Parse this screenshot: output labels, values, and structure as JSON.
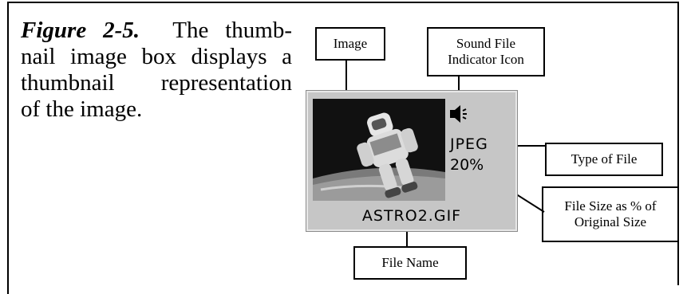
{
  "caption": {
    "figure_label": "Figure 2-5.",
    "line1_rest": "The thumb-",
    "line2": "nail image box displays a",
    "line3": "thumbnail representation",
    "line4": "of the image."
  },
  "callouts": {
    "image": "Image",
    "sound_line1": "Sound File",
    "sound_line2": "Indicator Icon",
    "type": "Type of File",
    "size_line1": "File Size as % of",
    "size_line2": "Original Size",
    "filename": "File Name"
  },
  "thumbnail": {
    "file_type": "JPEG",
    "size_percent": "20%",
    "file_name": "ASTRO2.GIF",
    "sound_icon": "speaker-icon",
    "photo": "astronaut-photo"
  }
}
